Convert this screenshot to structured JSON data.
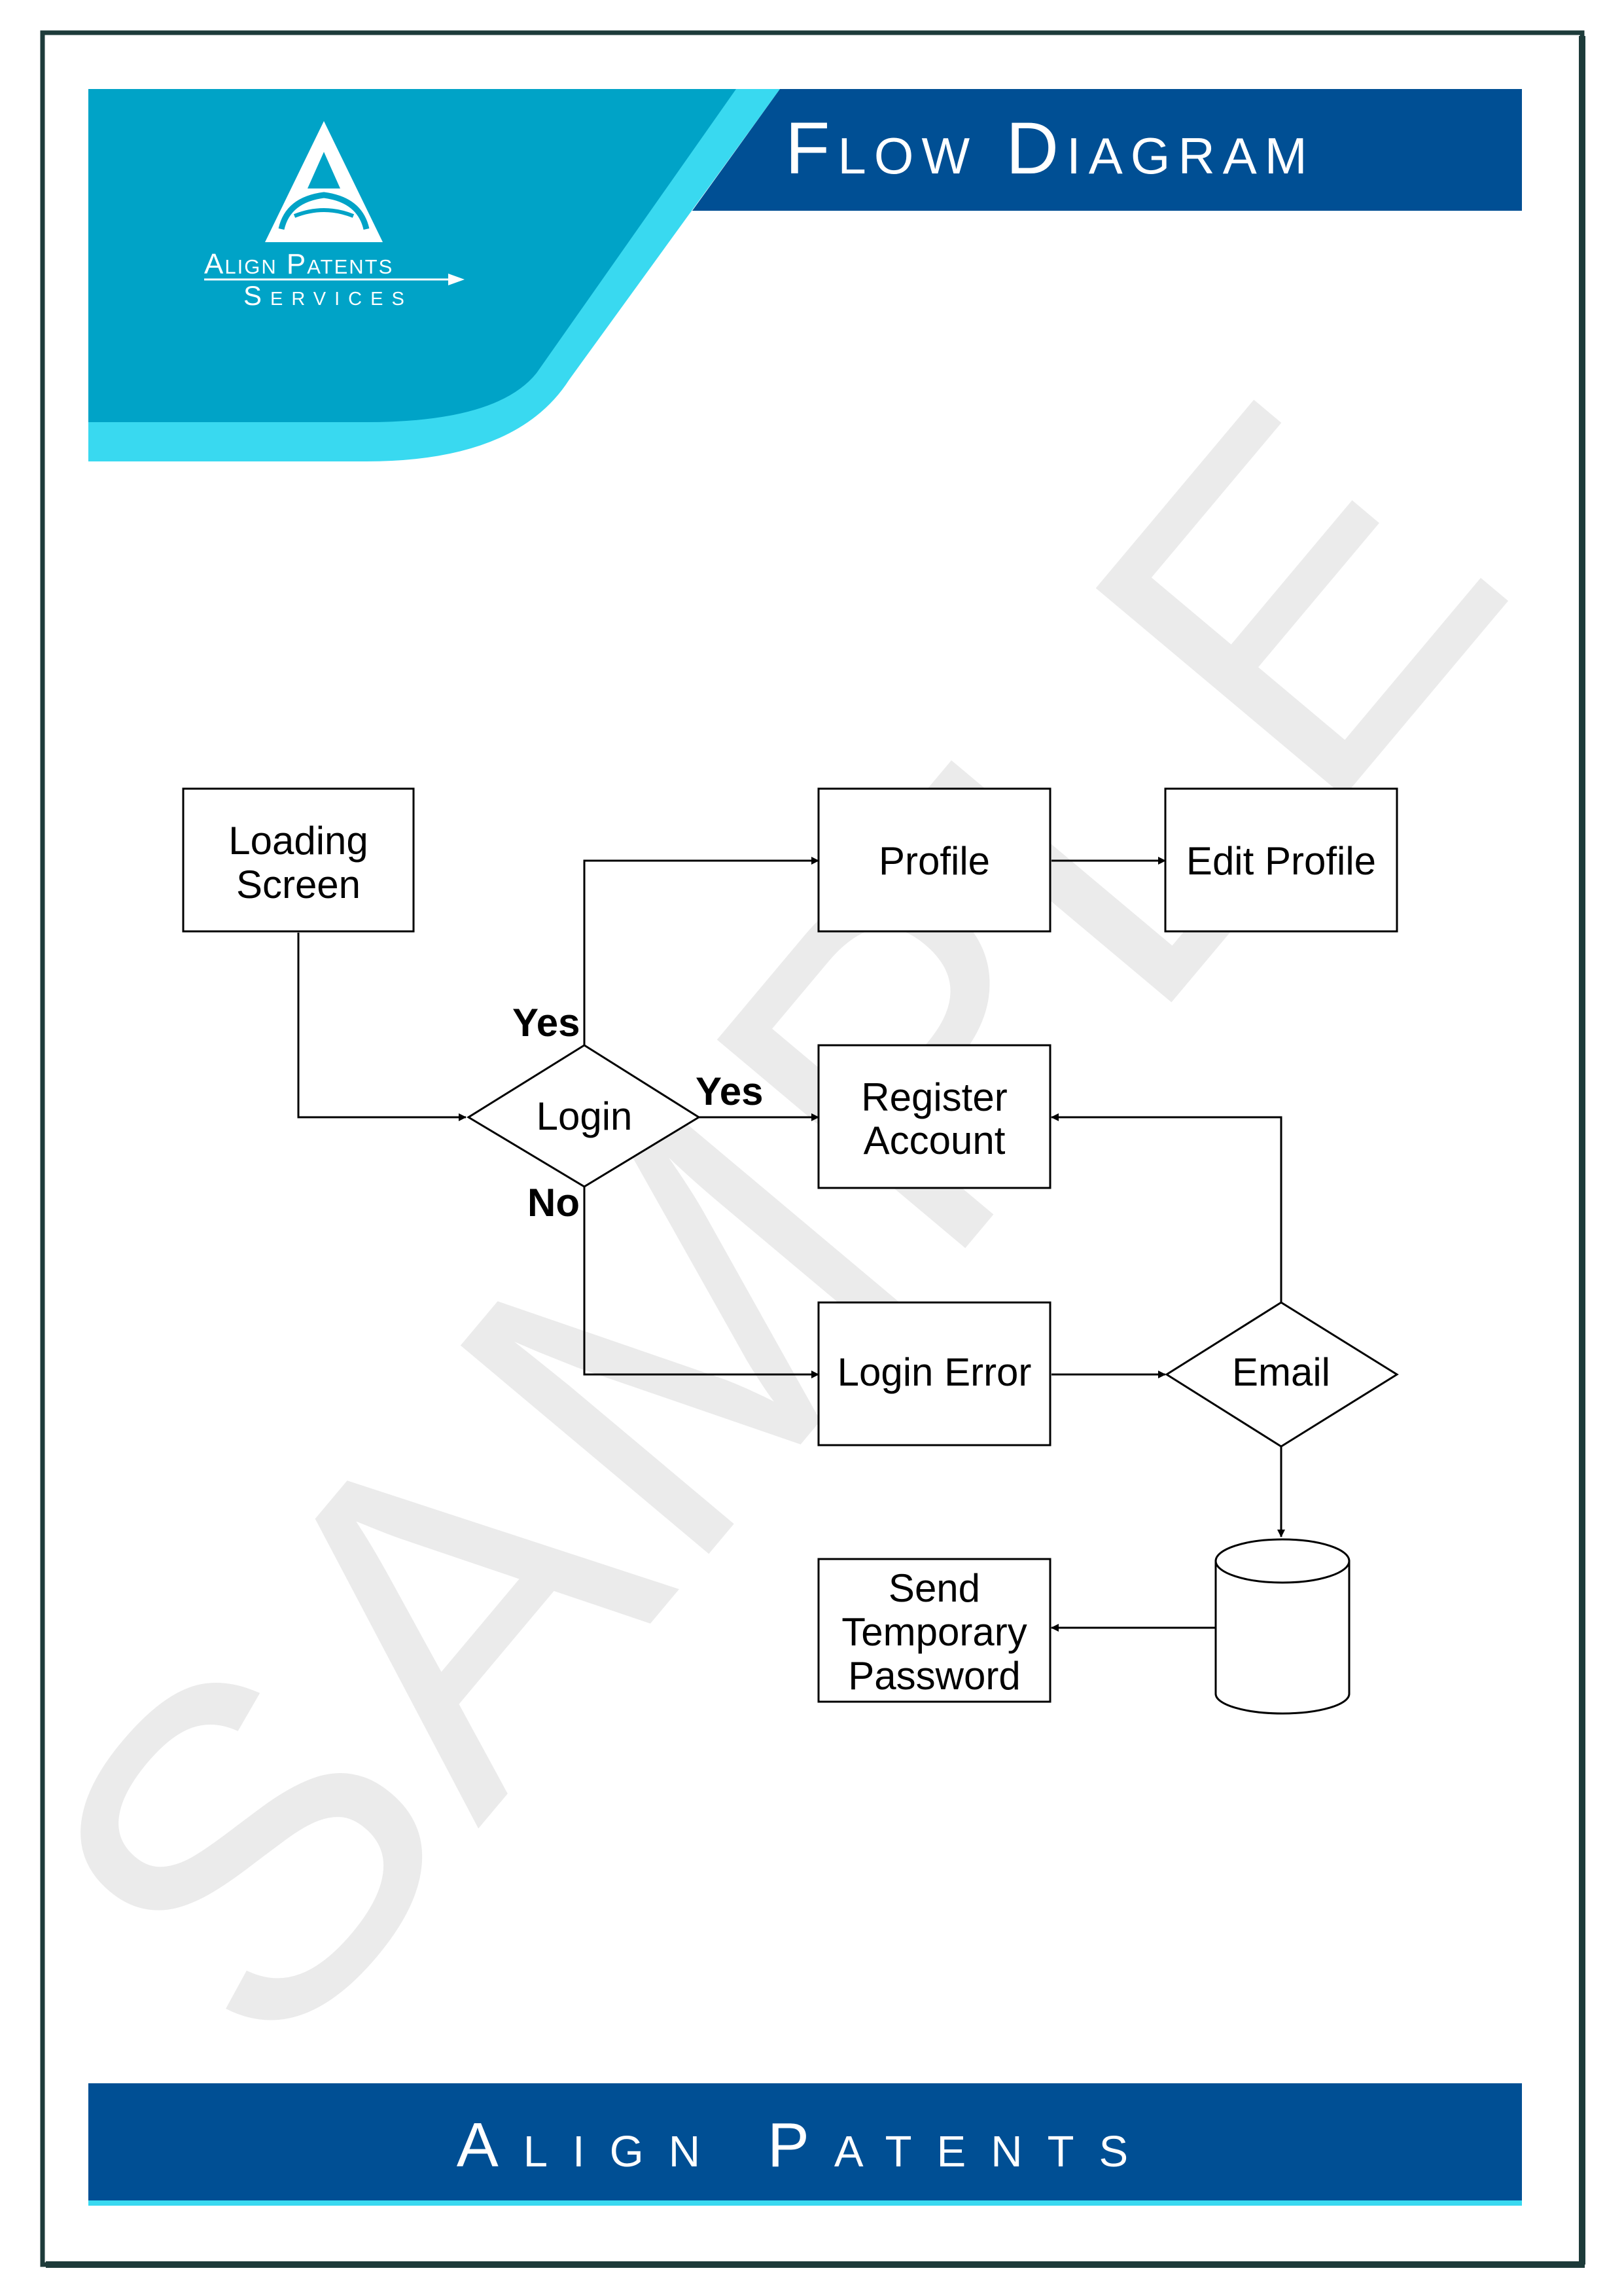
{
  "header": {
    "title": "Flow Diagram",
    "logo_line1": "Align Patents",
    "logo_line2": "Services"
  },
  "watermark": "SAMPLE",
  "footer": {
    "title": "Align Patents"
  },
  "flow": {
    "loading_screen": [
      "Loading",
      "Screen"
    ],
    "login": "Login",
    "profile": "Profile",
    "edit_profile": "Edit Profile",
    "register_account": [
      "Register",
      "Account"
    ],
    "login_error": "Login Error",
    "email": "Email",
    "send_temporary_password": [
      "Send",
      "Temporary",
      "Password"
    ],
    "label_yes_top": "Yes",
    "label_yes_right": "Yes",
    "label_no": "No"
  },
  "colors": {
    "dark_blue": "#004f94",
    "teal": "#00a3c7",
    "cyan": "#39d9f0",
    "frame": "#1d3b3a"
  }
}
